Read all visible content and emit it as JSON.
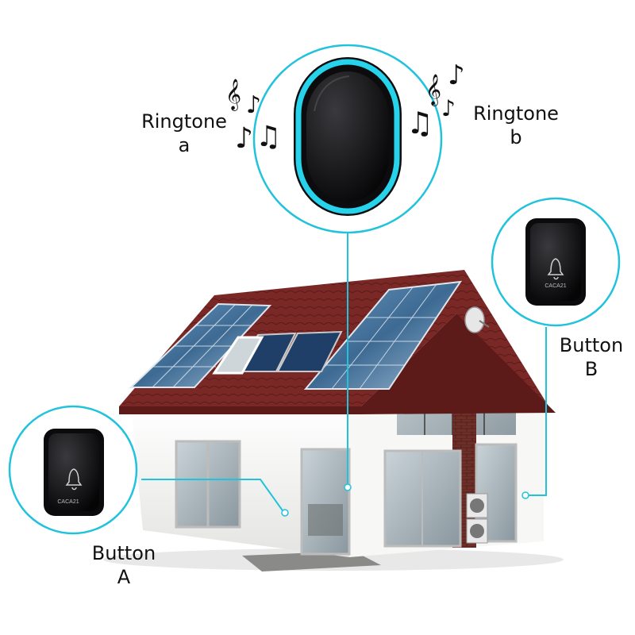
{
  "labels": {
    "ringtone_a": {
      "line1": "Ringtone",
      "line2": "a"
    },
    "ringtone_b": {
      "line1": "Ringtone",
      "line2": "b"
    },
    "button_a": {
      "line1": "Button",
      "line2": "A"
    },
    "button_b": {
      "line1": "Button",
      "line2": "B"
    }
  },
  "device_brand_text": "CACA21",
  "colors": {
    "accent_cyan": "#21c3dc",
    "roof": "#7e2a28",
    "wall": "#f3f3f1",
    "device_body": "#0b0b0d",
    "solar_panel": "#3c6a93"
  },
  "icons": [
    "music-note-icon",
    "treble-clef-icon",
    "bell-icon"
  ]
}
